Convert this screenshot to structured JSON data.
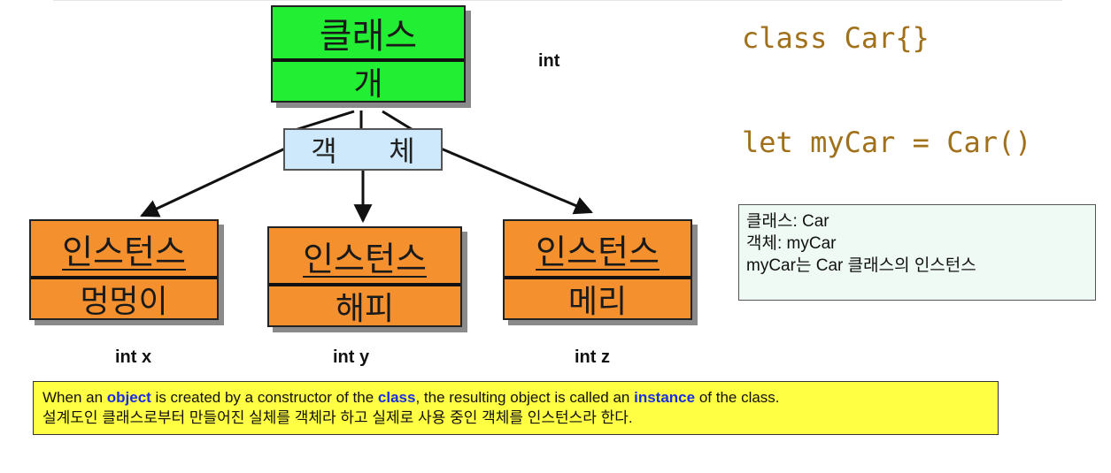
{
  "class_box": {
    "title": "클래스",
    "name": "개"
  },
  "object_box": {
    "char1": "객",
    "char2": "체"
  },
  "instances": [
    {
      "title": "인스턴스",
      "name": "멍멍이",
      "type_label": "int x"
    },
    {
      "title": "인스턴스",
      "name": "해피",
      "type_label": "int y"
    },
    {
      "title": "인스턴스",
      "name": "메리",
      "type_label": "int z"
    }
  ],
  "class_type_label": "int",
  "code": {
    "line1": "class Car{}",
    "line2": "let myCar = Car()"
  },
  "info": {
    "line1_prefix": "클래스",
    "line1_value": ": Car",
    "line2_prefix": "객체",
    "line2_value": ": myCar",
    "line3_a": "myCar",
    "line3_b": "는 ",
    "line3_c": "Car",
    "line3_d": " 클래스의 인스턴스"
  },
  "note": {
    "en_1": "When an ",
    "en_object": "object",
    "en_2": " is created by a constructor of the ",
    "en_class": "class",
    "en_3": ", the resulting object is called an ",
    "en_instance": "instance",
    "en_4": " of the class.",
    "ko": "설계도인 클래스로부터 만들어진 실체를 객체라 하고 실제로 사용 중인 객체를 인스턴스라 한다."
  },
  "colors": {
    "class_fill": "#22ee33",
    "instance_fill": "#f4902e",
    "object_fill": "#cde9fb",
    "code_text": "#a0701a",
    "note_fill": "#ffff44",
    "note_highlight": "#1a2ee0",
    "info_fill": "#eefaf3"
  }
}
